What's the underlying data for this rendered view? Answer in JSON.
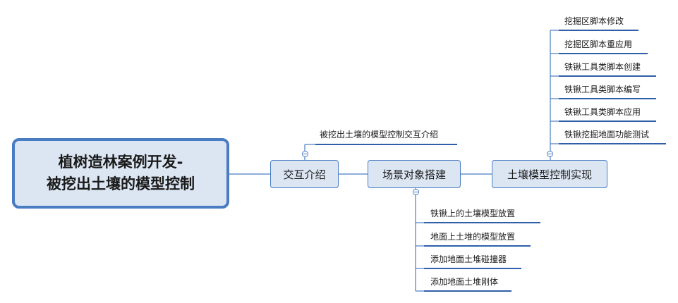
{
  "root": {
    "line1": "植树造林案例开发-",
    "line2": "被挖出土壤的模型控制"
  },
  "nodes": {
    "interaction": "交互介绍",
    "scene": "场景对象搭建",
    "soil": "土壤模型控制实现"
  },
  "interaction_children": [
    "被挖出土壤的模型控制交互介绍"
  ],
  "scene_children": [
    "铁锹上的土壤模型放置",
    "地面上土堆的模型放置",
    "添加地面土堆碰撞器",
    "添加地面土堆刚体"
  ],
  "soil_children": [
    "挖掘区脚本修改",
    "挖掘区脚本重应用",
    "铁锹工具类脚本创建",
    "铁锹工具类脚本编写",
    "铁锹工具类脚本应用",
    "铁锹挖掘地面功能测试"
  ],
  "colors": {
    "line": "#4a7cc2",
    "node_fill": "#dce6f3",
    "underline": "#2f5fa8"
  }
}
